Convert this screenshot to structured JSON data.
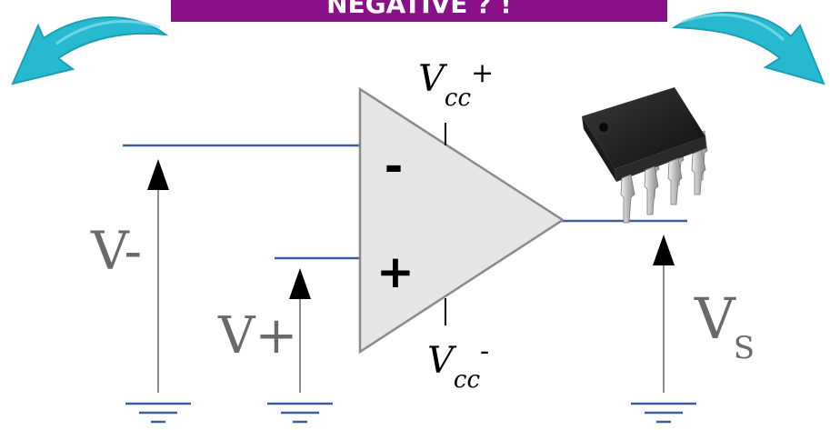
{
  "banner": {
    "text": "NEGATIVE ? !",
    "color": "#8b0f88"
  },
  "amplifier": {
    "inverting_sign": "-",
    "noninverting_sign": "+",
    "supply_positive": {
      "base": "V",
      "sub": "cc",
      "sup": "+"
    },
    "supply_negative": {
      "base": "V",
      "sub": "cc",
      "sup": "-"
    }
  },
  "labels": {
    "v_minus": "V-",
    "v_plus": "V+",
    "v_out": {
      "base": "V",
      "sub": "S"
    }
  },
  "colors": {
    "wire": "#3b5f9e",
    "ground": "#3b5f9e",
    "triangle_fill": "#e6e6e6",
    "triangle_stroke": "#888888",
    "arrow_curve": "#27b9d0",
    "label_gray": "#6a6a6a"
  },
  "icons": [
    "curved-arrow-left-icon",
    "curved-arrow-right-icon",
    "ic-chip-image"
  ]
}
